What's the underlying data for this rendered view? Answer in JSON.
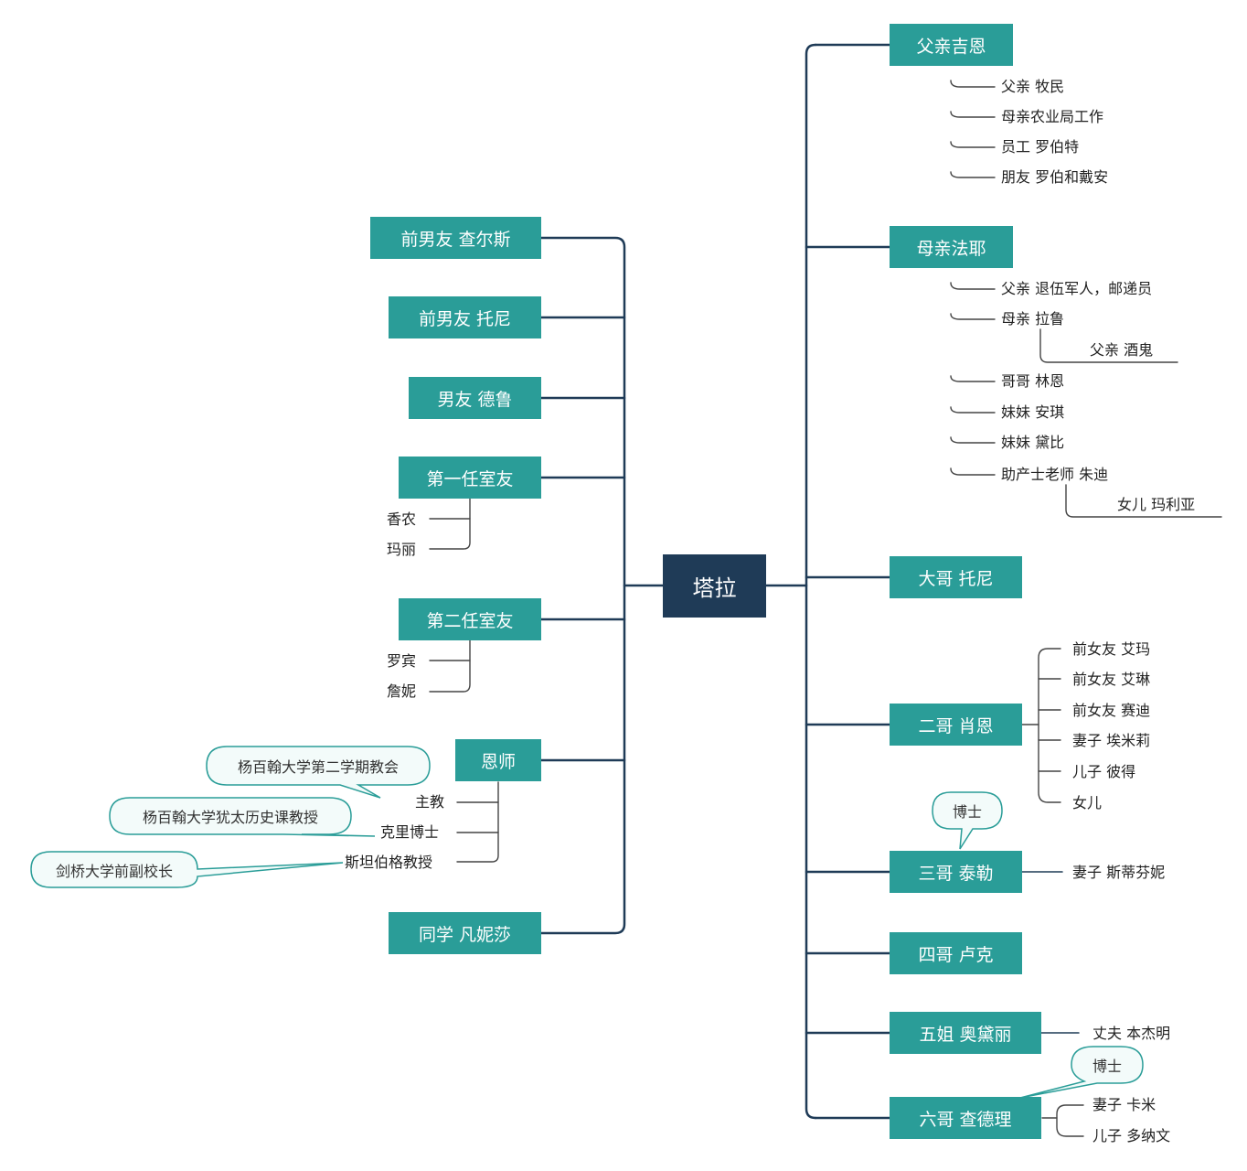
{
  "root": "塔拉",
  "right": {
    "father": {
      "label": "父亲吉恩",
      "children": [
        "父亲 牧民",
        "母亲农业局工作",
        "员工 罗伯特",
        "朋友 罗伯和戴安"
      ]
    },
    "mother": {
      "label": "母亲法耶",
      "children": [
        "父亲 退伍军人，邮递员",
        "母亲 拉鲁",
        "父亲 酒鬼",
        "哥哥 林恩",
        "妹妹 安琪",
        "妹妹 黛比",
        "助产士老师 朱迪",
        "女儿 玛利亚"
      ]
    },
    "bro1": {
      "label": "大哥 托尼"
    },
    "bro2": {
      "label": "二哥 肖恩",
      "children": [
        "前女友 艾玛",
        "前女友 艾琳",
        "前女友 赛迪",
        "妻子 埃米莉",
        "儿子 彼得",
        "女儿"
      ]
    },
    "bro3": {
      "label": "三哥 泰勒",
      "callout": "博士",
      "children": [
        "妻子 斯蒂芬妮"
      ]
    },
    "bro4": {
      "label": "四哥 卢克"
    },
    "sis": {
      "label": "五姐 奥黛丽",
      "children": [
        "丈夫 本杰明"
      ]
    },
    "bro6": {
      "label": "六哥 查德理",
      "callout": "博士",
      "children": [
        "妻子 卡米",
        "儿子 多纳文"
      ]
    }
  },
  "left": {
    "ex1": {
      "label": "前男友 查尔斯"
    },
    "ex2": {
      "label": "前男友 托尼"
    },
    "bf": {
      "label": "男友 德鲁"
    },
    "room1": {
      "label": "第一任室友",
      "children": [
        "香农",
        "玛丽"
      ]
    },
    "room2": {
      "label": "第二任室友",
      "children": [
        "罗宾",
        "詹妮"
      ]
    },
    "mentor": {
      "label": "恩师",
      "children": [
        "主教",
        "克里博士",
        "斯坦伯格教授"
      ],
      "callouts": [
        "杨百翰大学第二学期教会",
        "杨百翰大学犹太历史课教授",
        "剑桥大学前副校长"
      ]
    },
    "classmate": {
      "label": "同学 凡妮莎"
    }
  },
  "colors": {
    "node": "#2a9d98",
    "root": "#1f3b57",
    "line": "#1f3b57",
    "thin": "#444444",
    "callout_border": "#2a9d98",
    "callout_bg": "#f3fbfa"
  }
}
